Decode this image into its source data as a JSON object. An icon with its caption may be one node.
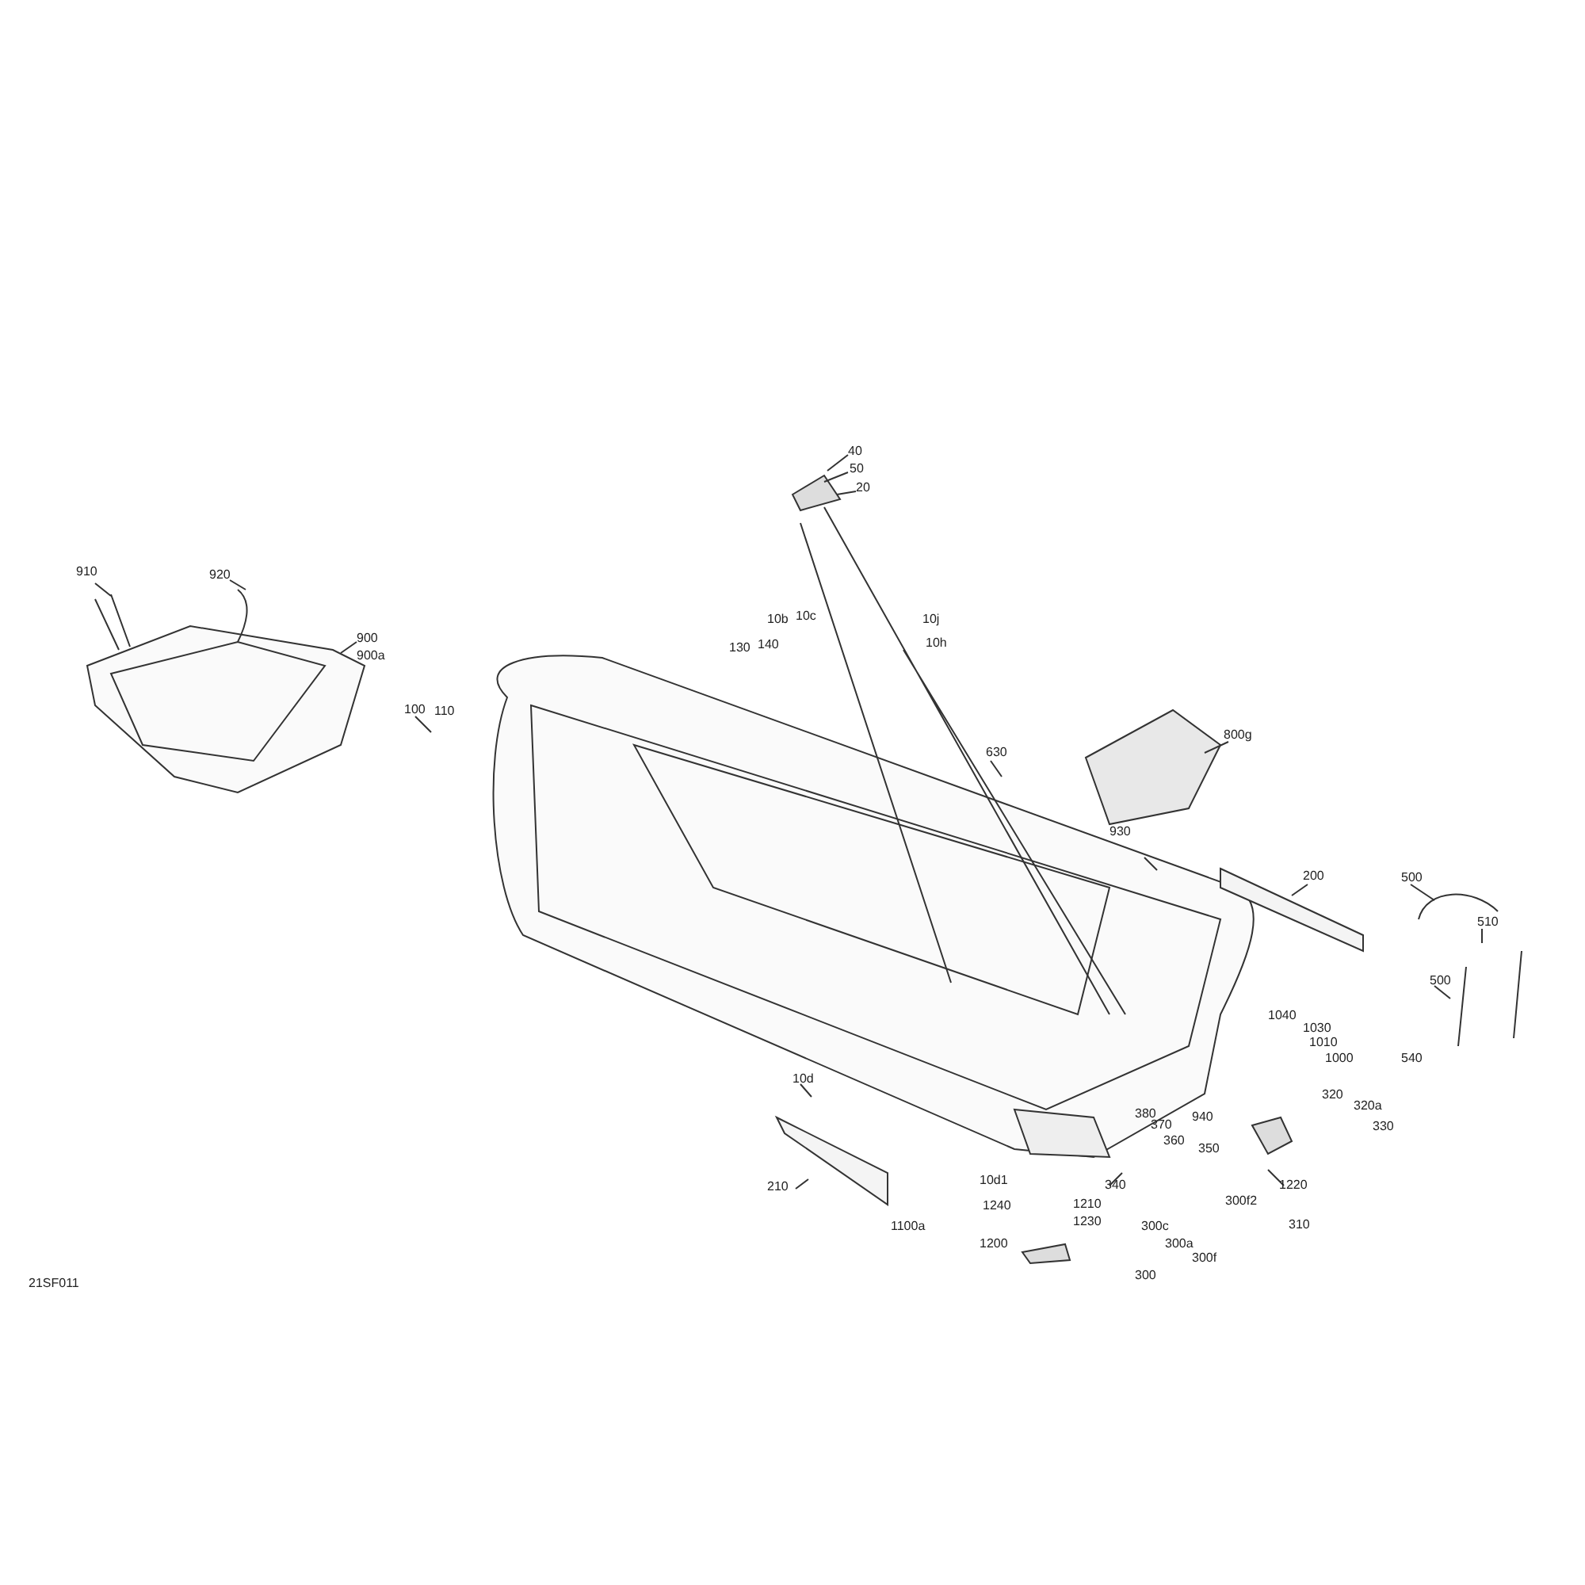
{
  "diagram": {
    "labels": [
      "40",
      "50",
      "20",
      "910",
      "920",
      "10b",
      "10c",
      "10j",
      "130",
      "140",
      "10h",
      "900",
      "900a",
      "100",
      "110",
      "630",
      "800g",
      "930",
      "200",
      "500",
      "510",
      "500",
      "1040",
      "1030",
      "1010",
      "1000",
      "540",
      "320",
      "320a",
      "10d",
      "380",
      "370",
      "940",
      "330",
      "360",
      "350",
      "210",
      "10d1",
      "340",
      "1220",
      "1240",
      "1210",
      "300f2",
      "1100a",
      "1230",
      "300c",
      "310",
      "1200",
      "300a",
      "300f",
      "300",
      "21SF011"
    ]
  }
}
